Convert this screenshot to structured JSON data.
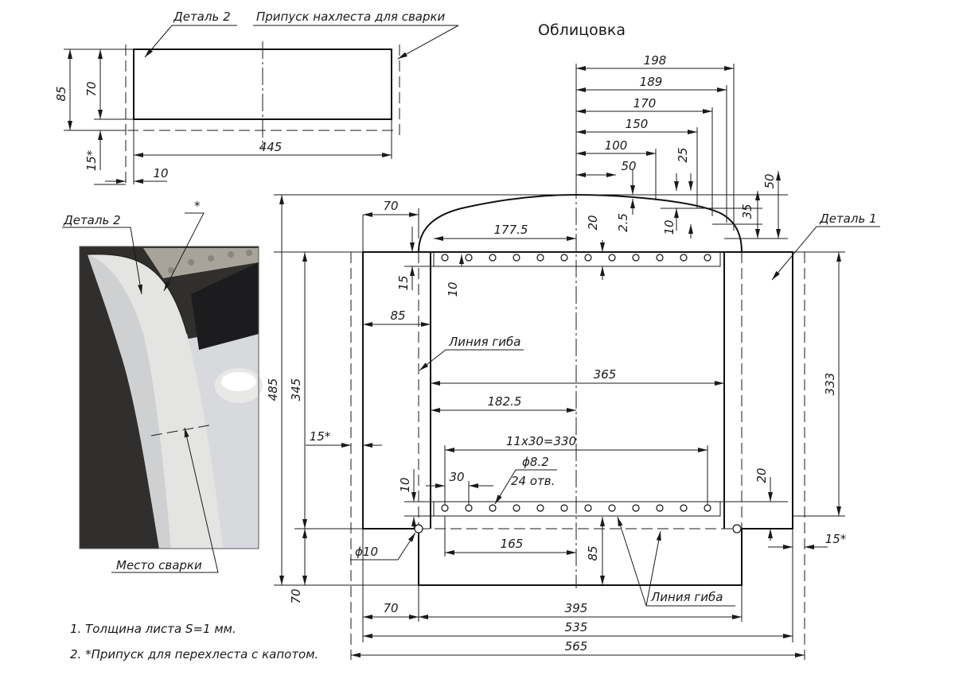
{
  "title": "Облицовка",
  "labels": {
    "detail2_top": "Деталь 2",
    "overlap": "Припуск нахлеста для сварки",
    "detail2_photo": "Деталь 2",
    "star": "*",
    "weld_place": "Место сварки",
    "detail1": "Деталь 1",
    "bend_line_left": "Линия гиба",
    "bend_line_bottom": "Линия гиба",
    "hole_dia": "ϕ8.2",
    "hole_count": "24 отв.",
    "small_hole": "ϕ10"
  },
  "notes": [
    "1.  Толщина листа S=1 мм.",
    "2.  *Припуск для перехлеста с капотом."
  ],
  "dims": {
    "d445": "445",
    "d85a": "85",
    "d70a": "70",
    "d15a": "15*",
    "d10a": "10",
    "d198": "198",
    "d189": "189",
    "d170": "170",
    "d150": "150",
    "d100": "100",
    "d50a": "50",
    "d25": "25",
    "d50b": "50",
    "d35": "35",
    "d10b": "10",
    "d2_5": "2.5",
    "d20a": "20",
    "d70b": "70",
    "d177_5": "177.5",
    "d15b": "15",
    "d10c": "10",
    "d85b": "85",
    "d365": "365",
    "d182_5": "182.5",
    "d485": "485",
    "d345": "345",
    "d333": "333",
    "d15c": "15*",
    "d11x30": "11x30=330",
    "d30": "30",
    "d10d": "10",
    "d20b": "20",
    "d165": "165",
    "d85c": "85",
    "d15d": "15*",
    "d70c": "70",
    "d395": "395",
    "d70d": "70",
    "d535": "535",
    "d565": "565"
  }
}
